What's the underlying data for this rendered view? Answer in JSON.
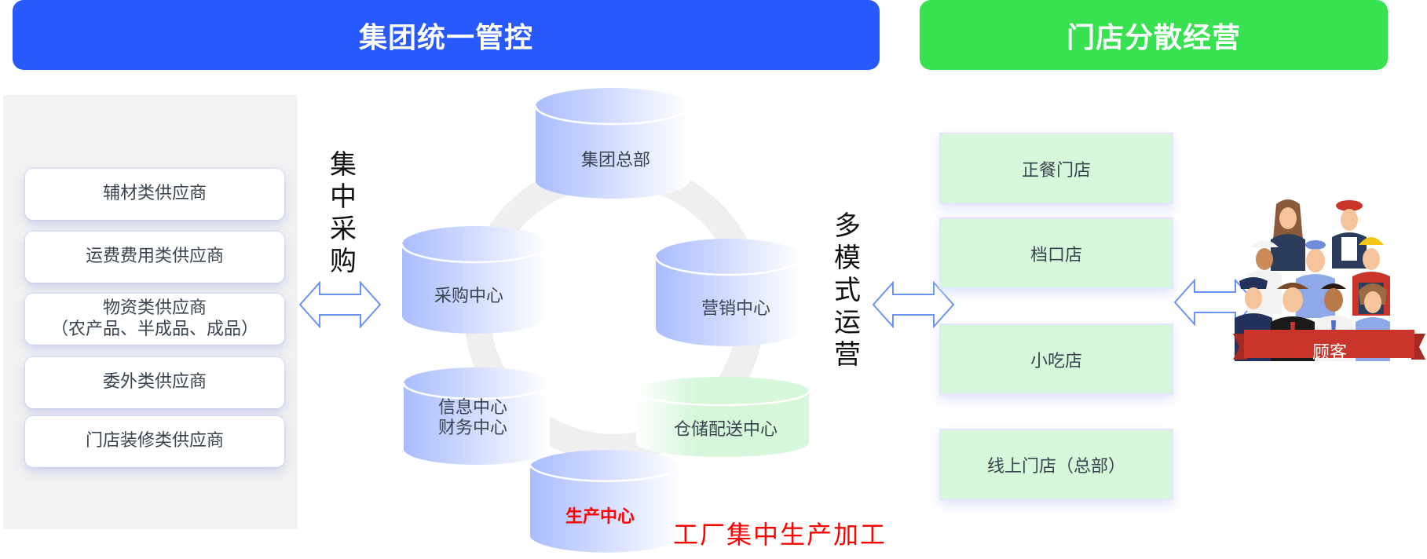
{
  "header": {
    "left_banner": "集团统一管控",
    "right_banner": "门店分散经营"
  },
  "colors": {
    "blue_banner": "#2759ff",
    "green_banner": "#38e150",
    "arrow_stroke": "#6a93f5",
    "cylinder_blue": "#a9bcff",
    "cylinder_green": "#d6f7d9",
    "store_fill": "#d6f7d9",
    "ribbon_red": "#c9352a",
    "highlight_red": "#ff0000"
  },
  "suppliers": {
    "items": [
      {
        "line1": "辅材类供应商",
        "line2": ""
      },
      {
        "line1": "运费费用类供应商",
        "line2": ""
      },
      {
        "line1": "物资类供应商",
        "line2": "（农产品、半成品、成品）"
      },
      {
        "line1": "委外类供应商",
        "line2": ""
      },
      {
        "line1": "门店装修类供应商",
        "line2": ""
      }
    ]
  },
  "labels": {
    "centralized_purchasing": [
      "集",
      "中",
      "采",
      "购"
    ],
    "multi_mode_operation": [
      "多",
      "模",
      "式",
      "运",
      "营"
    ]
  },
  "centers": {
    "hq": "集团总部",
    "purchasing": "采购中心",
    "marketing": "营销中心",
    "info_line1": "信息中心",
    "info_line2": "财务中心",
    "warehouse": "仓储配送中心",
    "production": "生产中心"
  },
  "factory_note": "工厂集中生产加工",
  "stores": {
    "items": [
      "正餐门店",
      "档口店",
      "小吃店",
      "线上门店（总部）"
    ]
  },
  "customers": {
    "label": "顾客"
  }
}
